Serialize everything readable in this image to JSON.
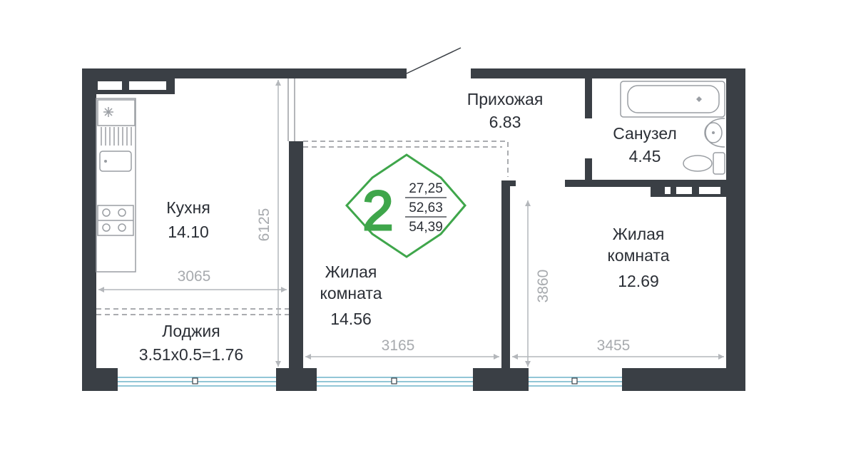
{
  "badge": {
    "rooms": "2",
    "living_area": "27,25",
    "total_area": "52,63",
    "area_with_loggia": "54,39",
    "accent_color": "#3fa64b"
  },
  "rooms": {
    "kitchen": {
      "name": "Кухня",
      "area": "14.10"
    },
    "hallway": {
      "name": "Прихожая",
      "area": "6.83"
    },
    "bathroom": {
      "name": "Санузел",
      "area": "4.45"
    },
    "living1": {
      "name_line1": "Жилая",
      "name_line2": "комната",
      "area": "14.56"
    },
    "living2": {
      "name_line1": "Жилая",
      "name_line2": "комната",
      "area": "12.69"
    },
    "loggia": {
      "name": "Лоджия",
      "area": "3.51x0.5=1.76"
    }
  },
  "dimensions": {
    "kitchen_width": "3065",
    "kitchen_depth": "6125",
    "living1_width": "3165",
    "living2_width": "3455",
    "living2_depth": "3860"
  },
  "icons": {
    "bathtub": "bathtub-icon",
    "sink": "sink-icon",
    "toilet": "toilet-icon",
    "stove": "stove-icon",
    "kitchen_sink": "kitchen-sink-icon"
  }
}
